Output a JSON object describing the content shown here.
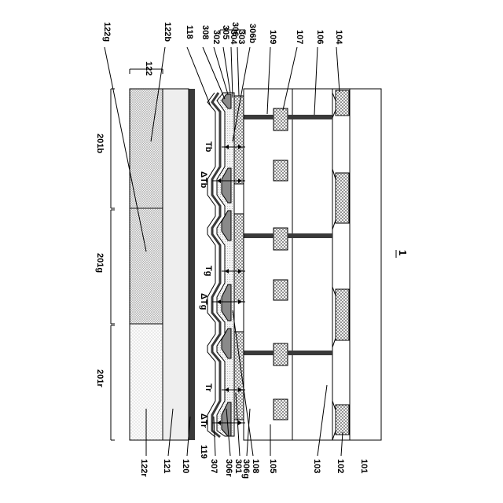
{
  "labels": {
    "l306": "306",
    "l122": "122",
    "l122g": "122g",
    "l122b": "122b",
    "l118": "118",
    "l308": "308",
    "l302": "302",
    "l305": "305",
    "l304": "304",
    "l303": "303",
    "l306b": "306b",
    "l109": "109",
    "l107": "107",
    "l106": "106",
    "l104": "104",
    "l201b": "201b",
    "l201g": "201g",
    "l201r": "201r",
    "lTb": "Tb",
    "ldTb": "ΔTb",
    "lTg": "Tg",
    "ldTg": "ΔTg",
    "lTr": "Tr",
    "ldTr": "ΔTr",
    "l1": "1",
    "l122r": "122r",
    "l121": "121",
    "l120": "120",
    "l119": "119",
    "l307": "307",
    "l306r": "306r",
    "l301": "301",
    "l306g": "306g",
    "l108": "108",
    "l105": "105",
    "l103": "103",
    "l102": "102",
    "l101": "101"
  },
  "colors": {
    "electrode_dark": "#3a3a3a",
    "bank_gray": "#8a8a8a",
    "light_layer": "#eeeeee",
    "line": "#000000"
  }
}
